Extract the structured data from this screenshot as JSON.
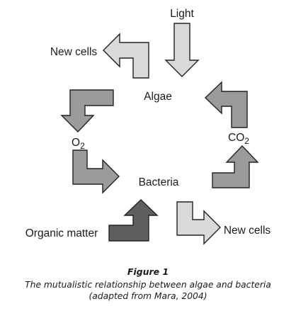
{
  "nodes": {
    "light": "Light",
    "new_cells_top": "New cells",
    "algae": "Algae",
    "o2": "O",
    "o2_sub": "2",
    "co2": "CO",
    "co2_sub": "2",
    "bacteria": "Bacteria",
    "organic_matter": "Organic matter",
    "new_cells_bottom": "New cells"
  },
  "colors": {
    "light_gray": "#d9d9d9",
    "mid_gray": "#9b9b9b",
    "dark_gray": "#5f5f5f",
    "outline": "#222222"
  },
  "caption": {
    "title": "Figure 1",
    "text": "The mutualistic relationship between algae and bacteria (adapted from Mara, 2004)"
  }
}
